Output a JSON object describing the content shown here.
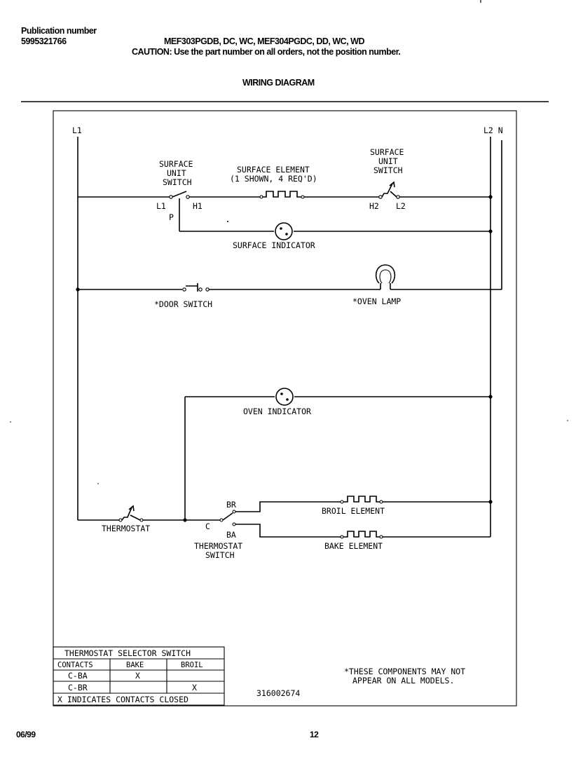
{
  "header": {
    "pub_label": "Publication number",
    "pub_number": "5995321766",
    "models": "MEF303PGDB, DC, WC, MEF304PGDC, DD, WC, WD",
    "caution": "CAUTION:  Use the part number on all orders, not the position number.",
    "title": "WIRING DIAGRAM"
  },
  "diagram": {
    "terminals": {
      "l1": "L1",
      "l2n": "L2 N"
    },
    "surface_switch_left": {
      "line1": "SURFACE",
      "line2": "UNIT",
      "line3": "SWITCH",
      "t_l1": "L1",
      "t_h1": "H1",
      "t_p": "P"
    },
    "surface_element": {
      "line1": "SURFACE ELEMENT",
      "line2": "(1 SHOWN, 4 REQ'D)"
    },
    "surface_switch_right": {
      "line1": "SURFACE",
      "line2": "UNIT",
      "line3": "SWITCH",
      "t_h2": "H2",
      "t_l2": "L2"
    },
    "surface_indicator": "SURFACE INDICATOR",
    "door_switch": "*DOOR SWITCH",
    "oven_lamp": "*OVEN LAMP",
    "oven_indicator": "OVEN INDICATOR",
    "thermostat": "THERMOSTAT",
    "thermostat_switch": {
      "line1": "THERMOSTAT",
      "line2": "SWITCH",
      "t_c": "C",
      "t_br": "BR",
      "t_ba": "BA"
    },
    "broil_element": "BROIL ELEMENT",
    "bake_element": "BAKE ELEMENT",
    "note": {
      "line1": "*THESE COMPONENTS MAY NOT",
      "line2": "APPEAR ON ALL MODELS."
    },
    "diagram_number": "316002674"
  },
  "table": {
    "title": "THERMOSTAT SELECTOR SWITCH",
    "headers": [
      "CONTACTS",
      "BAKE",
      "BROIL"
    ],
    "rows": [
      [
        "C-BA",
        "X",
        ""
      ],
      [
        "C-BR",
        "",
        "X"
      ]
    ],
    "footer": "X INDICATES CONTACTS CLOSED"
  },
  "footer": {
    "date": "06/99",
    "page": "12"
  }
}
